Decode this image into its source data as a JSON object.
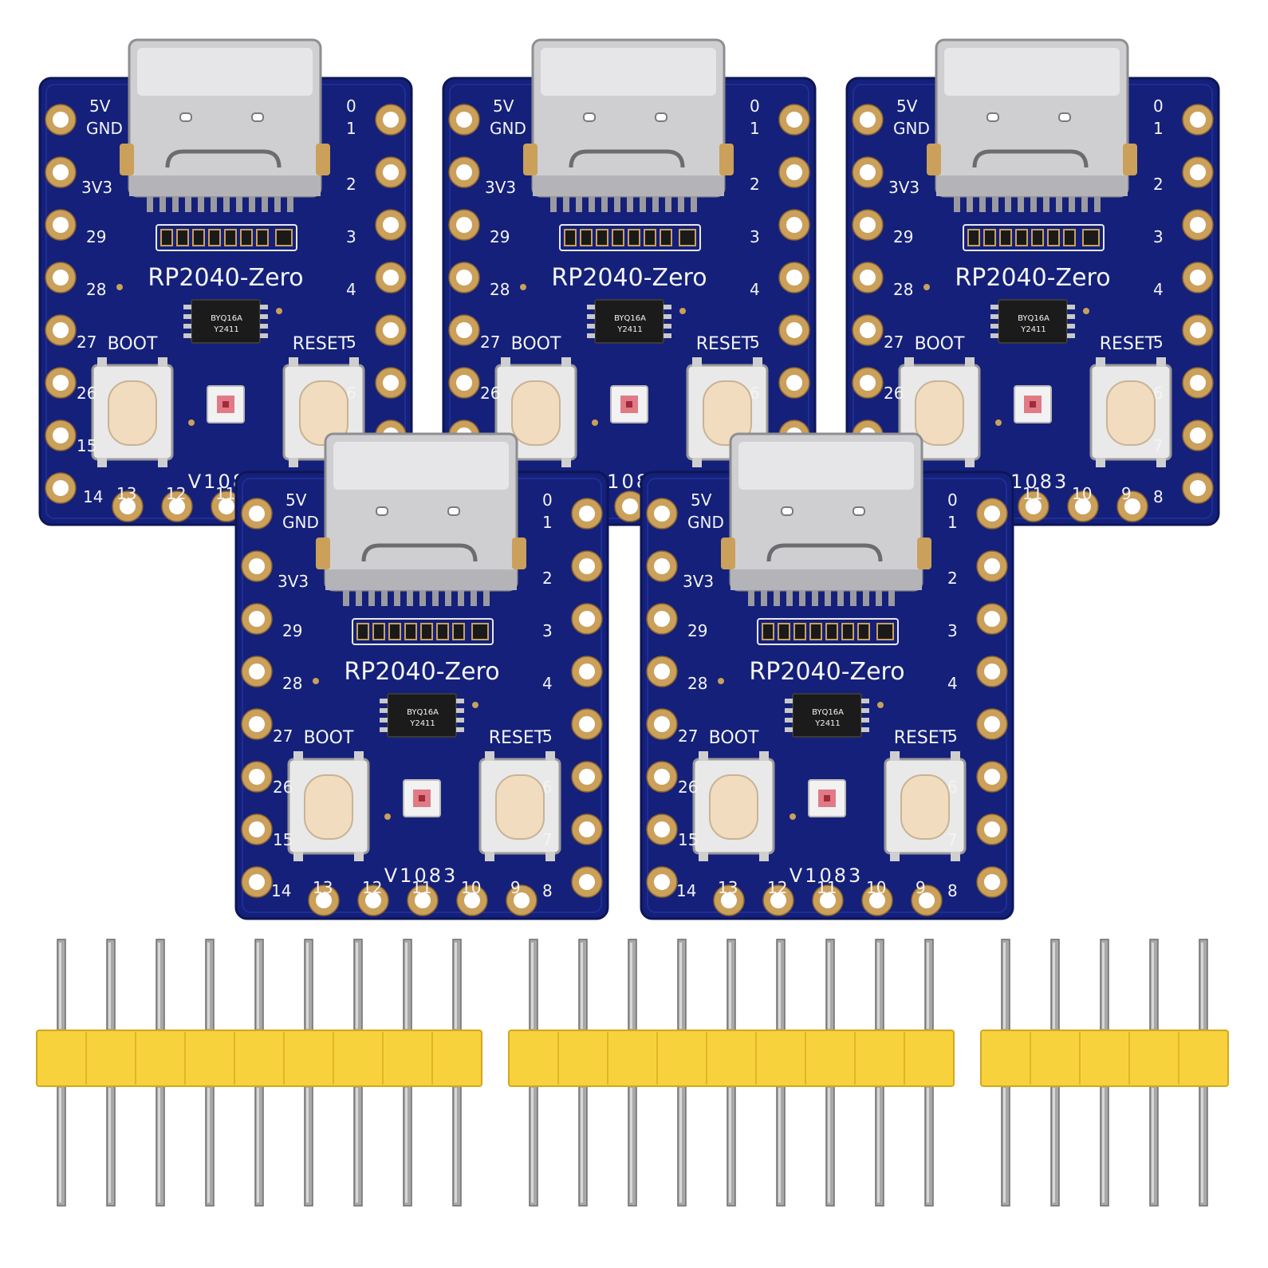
{
  "board": {
    "name": "RP2040-Zero",
    "version": "V1083",
    "chip_marking": [
      "BYQ16A",
      "Y2411"
    ],
    "boot_label": "BOOT",
    "reset_label": "RESET",
    "left_labels": [
      "5V",
      "GND",
      "3V3",
      "29",
      "28",
      "27",
      "26",
      "15",
      "14"
    ],
    "right_labels": [
      "0",
      "1",
      "2",
      "3",
      "4",
      "5",
      "6",
      "7",
      "8"
    ],
    "bottom_labels": [
      "13",
      "12",
      "11",
      "10",
      "9"
    ]
  },
  "counts": {
    "boards": 5,
    "header_pins": [
      9,
      9,
      5
    ]
  },
  "colors": {
    "pcb": "#14207a",
    "pcb_edge": "#0d1656",
    "gold": "#caa05a",
    "usb_metal": "#cfcfd1",
    "button_cap": "#f1dcbf",
    "header_plastic": "#f7d23c",
    "pin_metal": "#9a9a9a"
  }
}
